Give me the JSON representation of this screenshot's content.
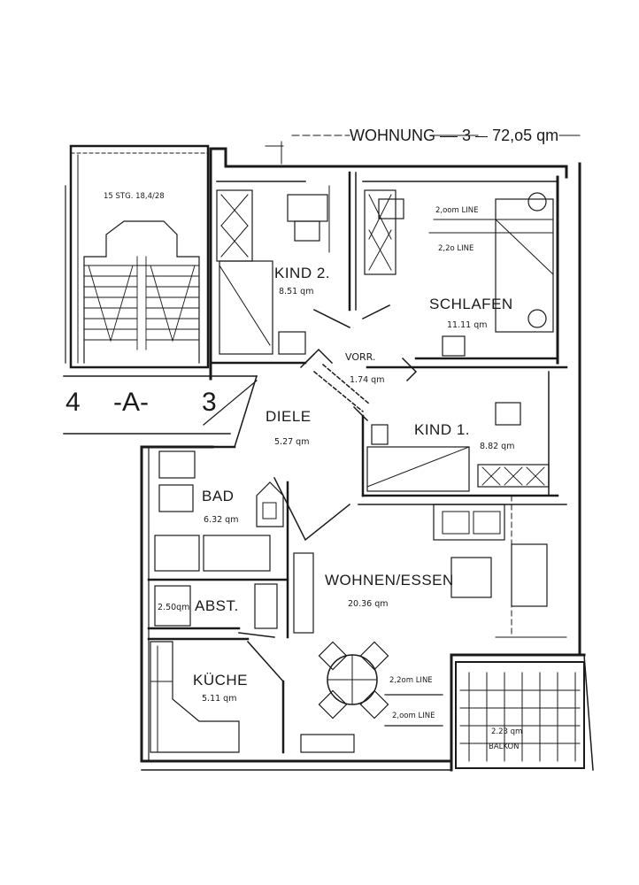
{
  "title": {
    "apartment": "WOHNUNG",
    "number": "3",
    "area": "72,o5 qm"
  },
  "stair": {
    "label": "15 STG. 18,4/28"
  },
  "staircase_marker": {
    "left": "4",
    "middle": "-A-",
    "right": "3"
  },
  "rooms": {
    "kind2": {
      "name": "KIND 2.",
      "area": "8.51 qm"
    },
    "schlafen": {
      "name": "SCHLAFEN",
      "area": "11.11 qm"
    },
    "vorr": {
      "name": "VORR.",
      "area": "1.74 qm"
    },
    "diele": {
      "name": "DIELE",
      "area": "5.27 qm"
    },
    "kind1": {
      "name": "KIND 1.",
      "area": "8.82 qm"
    },
    "bad": {
      "name": "BAD",
      "area": "6.32 qm"
    },
    "wohnen": {
      "name": "WOHNEN/ESSEN",
      "area": "20.36 qm"
    },
    "abst": {
      "name": "ABST.",
      "area": "2.50qm"
    },
    "kueche": {
      "name": "KÜCHE",
      "area": "5.11 qm"
    },
    "balkon": {
      "name": "BALKON",
      "area": "2.23 qm"
    }
  },
  "dimensions": {
    "schlafen_top": "2,oom LINE",
    "schlafen_mid": "2,2o LINE",
    "wohnen_upper": "2,2om LINE",
    "wohnen_lower": "2,oom LINE"
  },
  "colors": {
    "ink": "#1a1a1a",
    "paper": "#ffffff"
  }
}
